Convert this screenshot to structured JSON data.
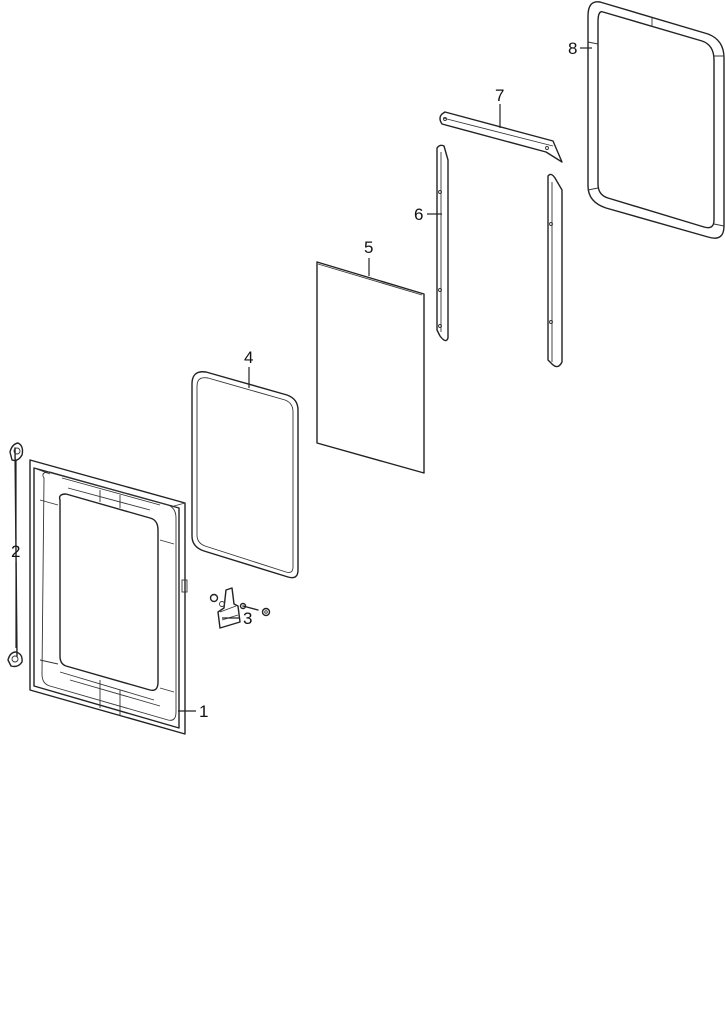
{
  "callouts": {
    "c1": "1",
    "c2": "2",
    "c3": "3",
    "c4": "4",
    "c5": "5",
    "c6": "6",
    "c7": "7",
    "c8": "8"
  },
  "colors": {
    "line": "#222222",
    "background": "#ffffff"
  }
}
